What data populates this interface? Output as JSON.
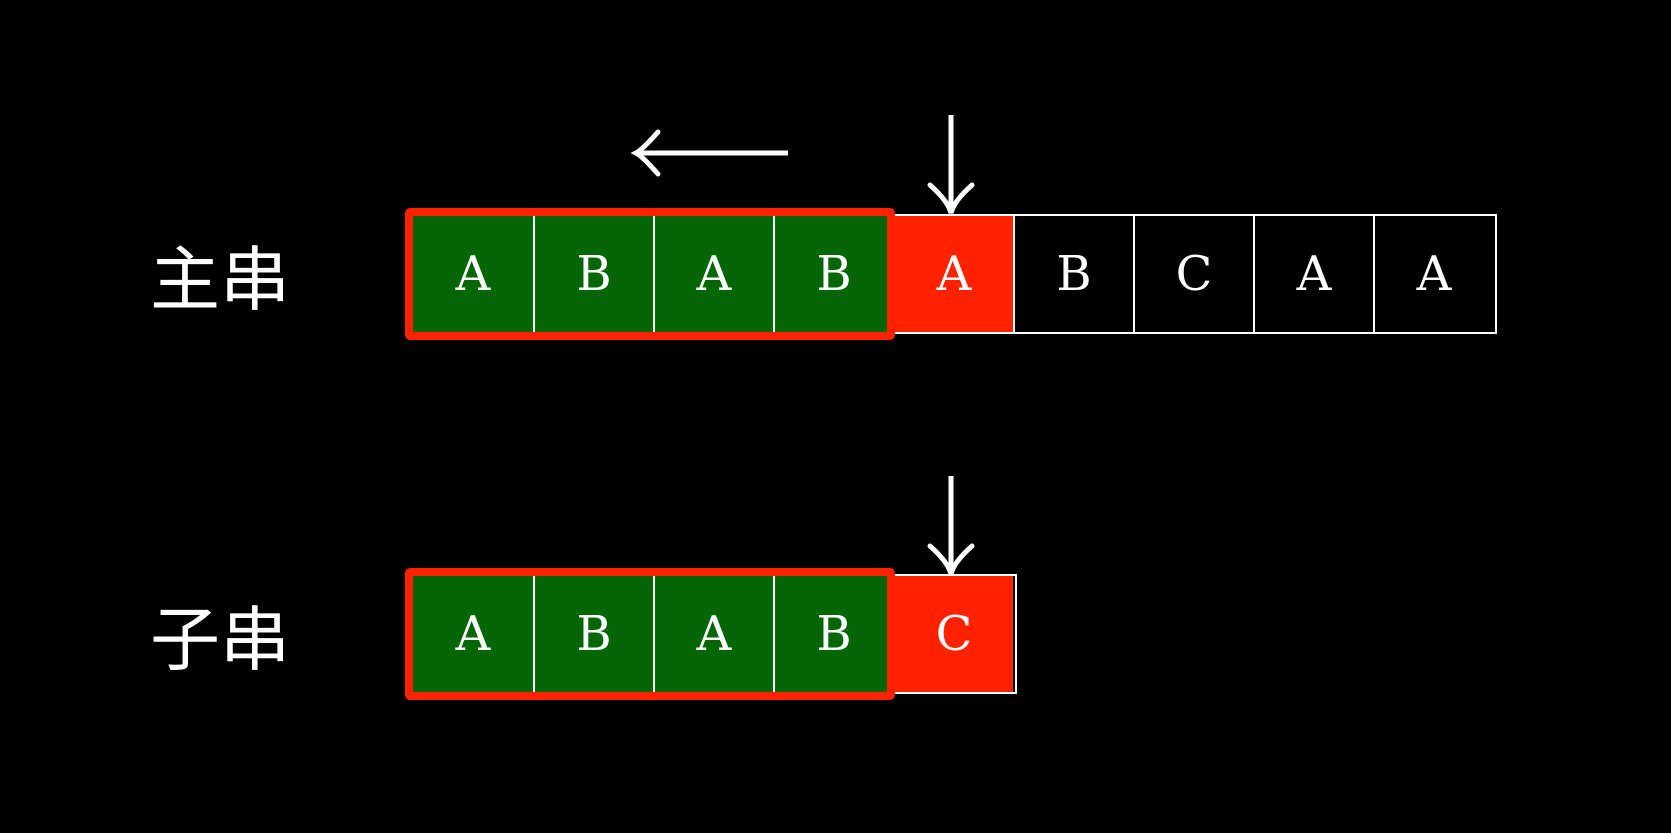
{
  "main_string": {
    "label": "主串",
    "cells": [
      {
        "char": "A",
        "state": "match"
      },
      {
        "char": "B",
        "state": "match"
      },
      {
        "char": "A",
        "state": "match"
      },
      {
        "char": "B",
        "state": "match"
      },
      {
        "char": "A",
        "state": "mismatch"
      },
      {
        "char": "B",
        "state": "plain"
      },
      {
        "char": "C",
        "state": "plain"
      },
      {
        "char": "A",
        "state": "plain"
      },
      {
        "char": "A",
        "state": "plain"
      }
    ],
    "pointer_index": 4
  },
  "pattern_string": {
    "label": "子串",
    "cells": [
      {
        "char": "A",
        "state": "match"
      },
      {
        "char": "B",
        "state": "match"
      },
      {
        "char": "A",
        "state": "match"
      },
      {
        "char": "B",
        "state": "match"
      },
      {
        "char": "C",
        "state": "mismatch"
      }
    ],
    "pointer_index": 4
  },
  "shift_direction": "left",
  "colors": {
    "background": "#000000",
    "match_fill": "#046604",
    "mismatch_fill": "#ff2200",
    "match_frame": "#ff2200",
    "outline": "#ffffff",
    "text": "#ffffff"
  },
  "icons": {
    "pointer": "down-arrow-icon",
    "shift": "left-arrow-icon"
  }
}
